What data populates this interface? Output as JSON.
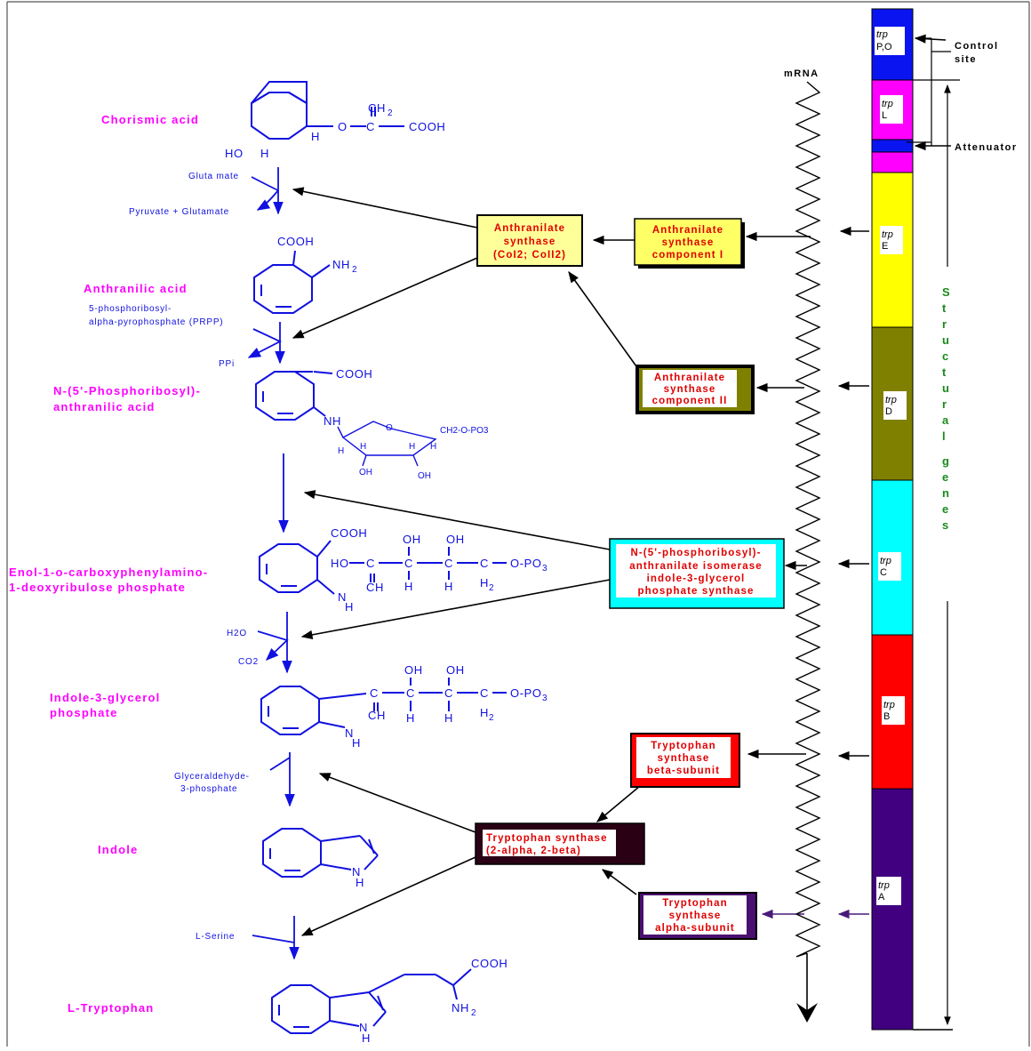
{
  "compounds": {
    "chorismic": "Chorismic acid",
    "anthranilic": "Anthranilic acid",
    "prpa_1": "N-(5'-Phosphoribosyl)-",
    "prpa_2": "anthranilic acid",
    "enol_1": "Enol-1-o-carboxyphenylamino-",
    "enol_2": "1-deoxyribulose phosphate",
    "igp_1": "Indole-3-glycerol",
    "igp_2": "phosphate",
    "indole": "Indole",
    "trp": "L-Tryptophan"
  },
  "side_reactants": {
    "glutamate": "Gluta mate",
    "pyruvate": "Pyruvate + Glutamate",
    "prpp_1": "5-phosphoribosyl-",
    "prpp_2": "alpha-pyrophosphate (PRPP)",
    "ppi": "PPi",
    "h2o": "H2O",
    "co2": "CO2",
    "g3p_1": "Glyceraldehyde-",
    "g3p_2": "3-phosphate",
    "serine": "L-Serine"
  },
  "enzymes": {
    "as_1": "Anthranilate",
    "as_2": "synthase",
    "as_3": "(CoI2; CoII2)",
    "asc1_1": "Anthranilate",
    "asc1_2": "synthase",
    "asc1_3": "component I",
    "asc2_1": "Anthranilate",
    "asc2_2": "synthase",
    "asc2_3": "component II",
    "pri_1": "N-(5'-phosphoribosyl)-",
    "pri_2": "anthranilate isomerase",
    "pri_3": "indole-3-glycerol",
    "pri_4": "phosphate synthase",
    "tsb_1": "Tryptophan",
    "tsb_2": "synthase",
    "tsb_3": "beta-subunit",
    "ts_1": "Tryptophan synthase",
    "ts_2": "(2-alpha, 2-beta)",
    "tsa_1": "Tryptophan",
    "tsa_2": "synthase",
    "tsa_3": "alpha-subunit"
  },
  "operon": {
    "mrna": "mRNA",
    "control_1": "Control",
    "control_2": "site",
    "attenuator": "Attenuator",
    "structural": [
      "S",
      "t",
      "r",
      "u",
      "c",
      "t",
      "u",
      "r",
      "a",
      "l"
    ],
    "genes": [
      "g",
      "e",
      "n",
      "e",
      "s"
    ],
    "trp": "trp",
    "po": "P,O",
    "L": "L",
    "E": "E",
    "D": "D",
    "C": "C",
    "B": "B",
    "A": "A"
  },
  "colors": {
    "po": "#0a14f0",
    "L": "#ff00ff",
    "atten": "#0a14f0",
    "E": "#ffff00",
    "D": "#808000",
    "C": "#00ffff",
    "B": "#ff0000",
    "A": "#400080"
  }
}
